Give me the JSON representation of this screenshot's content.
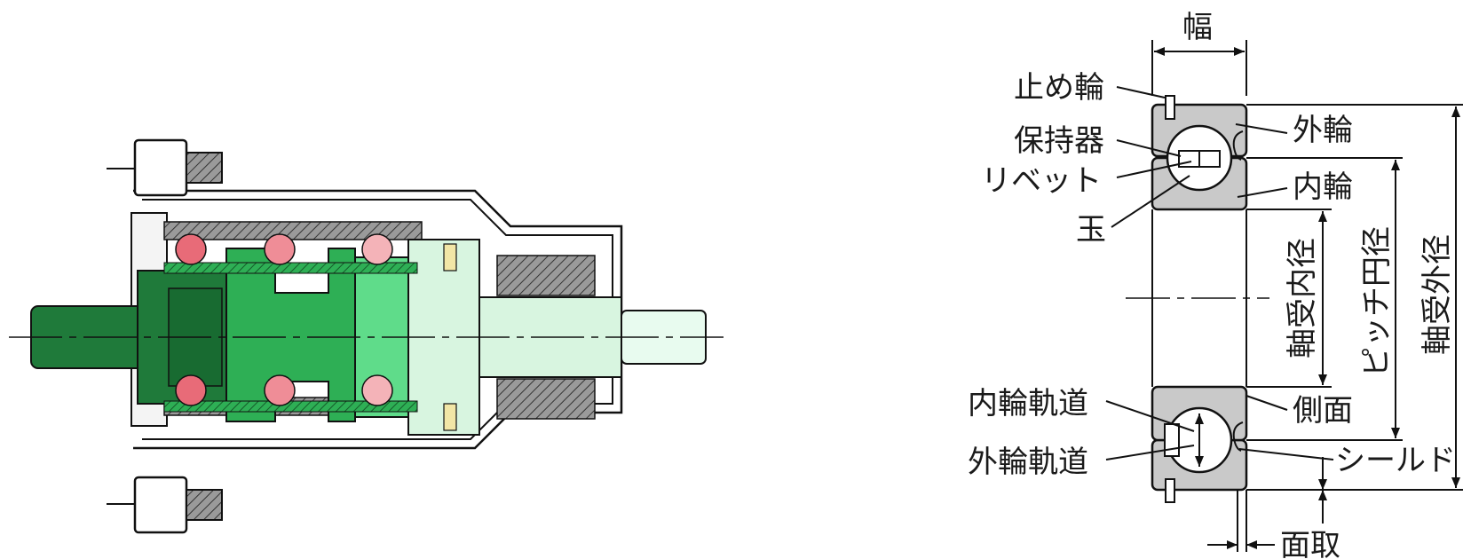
{
  "labels": {
    "width": "幅",
    "snap_ring": "止め輪",
    "cage": "保持器",
    "rivet": "リベット",
    "ball": "玉",
    "outer_ring": "外輪",
    "inner_ring": "内輪",
    "inner_raceway": "内輪軌道",
    "outer_raceway": "外輪軌道",
    "side_face": "側面",
    "shield": "シールド",
    "chamfer": "面取",
    "bore_diameter": "軸受内径",
    "pitch_diameter": "ピッチ円径",
    "outside_diameter": "軸受外径"
  },
  "colors": {
    "dark_green": "#1f7a3a",
    "mid_green": "#2eaf55",
    "light_green": "#5fdc8a",
    "pale_green": "#d8f5e0",
    "ball_red": "#e86b78",
    "ball_light": "#f4b3b8",
    "ring_gray": "#c9c9c9"
  }
}
